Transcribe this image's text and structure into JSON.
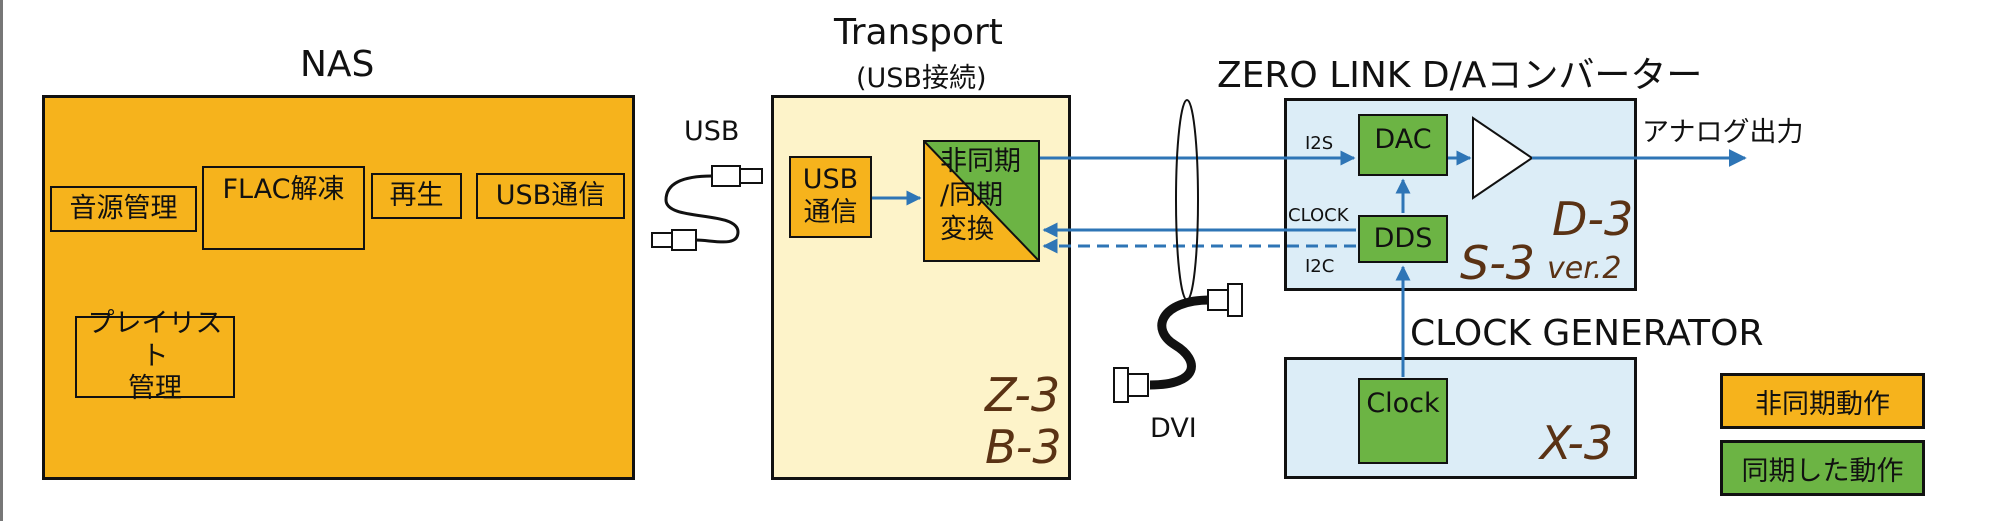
{
  "nas": {
    "title": "NAS",
    "blocks": [
      "音源管理",
      "FLAC解凍",
      "再生",
      "USB通信",
      "プレイリスト\n管理"
    ]
  },
  "usb_link": {
    "label": "USB"
  },
  "transport": {
    "title": "Transport",
    "subtitle": "(USB接続)",
    "usb_block": "USB\n通信",
    "async_block": "非同期\n/同期\n変換",
    "models": [
      "Z-3",
      "B-3"
    ]
  },
  "dac": {
    "title": "ZERO LINK D/Aコンバーター",
    "dac_block": "DAC",
    "dds_block": "DDS",
    "signal_labels": [
      "I2S",
      "CLOCK",
      "I2C"
    ],
    "output_label": "アナログ出力",
    "models": {
      "first": "D-3",
      "second": "S-3",
      "second_suffix": "ver.2"
    }
  },
  "clock_generator": {
    "title": "CLOCK GENERATOR",
    "clock_block": "Clock",
    "model": "X-3"
  },
  "dvi_link": {
    "label": "DVI"
  },
  "legend": {
    "items": [
      {
        "label": "非同期動作",
        "color": "#f6b31c"
      },
      {
        "label": "同期した動作",
        "color": "#6cb444"
      }
    ]
  },
  "colors": {
    "arrow": "#2e75b6",
    "nas_fill": "#f6b31c",
    "sync_fill": "#6cb444",
    "transport_fill": "#fdf3c9",
    "dac_fill": "#dcedf7"
  }
}
